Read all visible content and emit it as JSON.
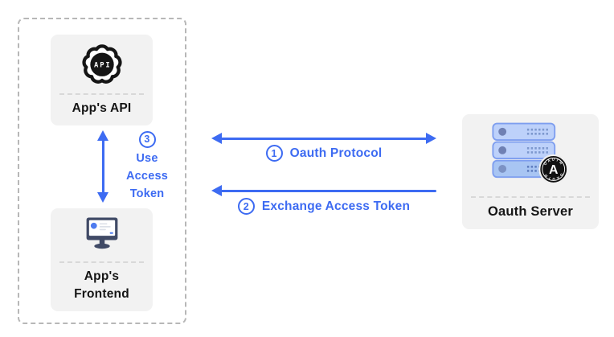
{
  "colors": {
    "accent": "#3D6BF2",
    "card_bg": "#F2F2F2",
    "dashed_border": "#B7B7B7",
    "divider": "#D8D8D8",
    "text": "#151515"
  },
  "app_group": {
    "api_node": {
      "label": "App's API",
      "icon_text": "API"
    },
    "frontend_node": {
      "label": "App's Frontend"
    }
  },
  "server_node": {
    "label": "Oauth Server",
    "badge": {
      "top_text": "OAUTH",
      "center_letter": "A",
      "bottom_text": "OAUTH"
    }
  },
  "flows": {
    "oauth_protocol": {
      "step_number": "1",
      "label": "Oauth Protocol"
    },
    "exchange_access_token": {
      "step_number": "2",
      "label": "Exchange Access Token"
    },
    "use_access_token": {
      "step_number": "3",
      "label": "Use Access Token"
    }
  }
}
